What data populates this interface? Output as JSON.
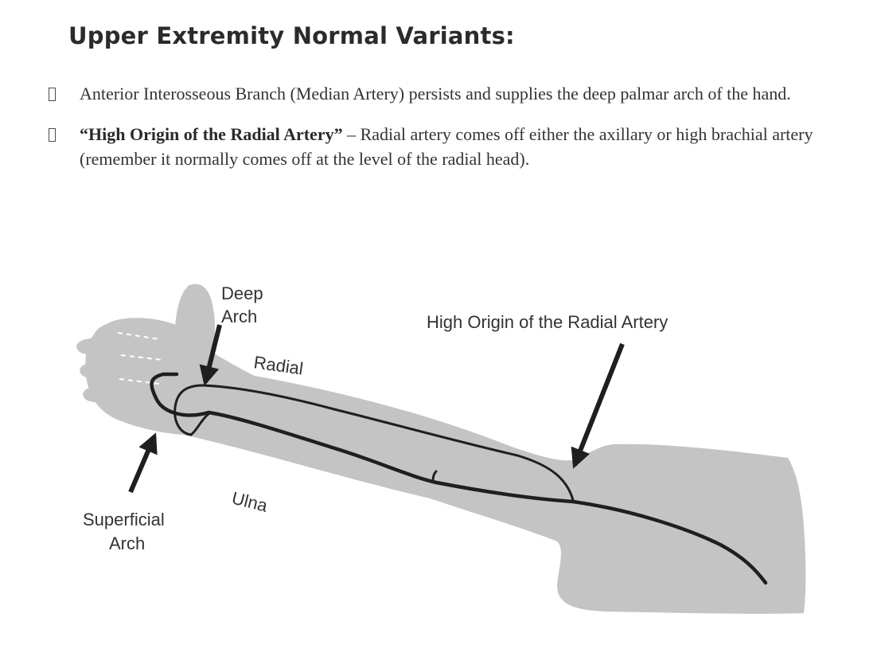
{
  "title": "Upper Extremity Normal Variants:",
  "bullets": [
    {
      "bold": "",
      "text": "Anterior Interosseous Branch (Median Artery) persists and supplies the deep palmar arch of the hand."
    },
    {
      "bold": "“High Origin of the Radial Artery”",
      "text": " – Radial artery comes off either the axillary or high brachial artery (remember it normally comes off at the level of the radial head)."
    }
  ],
  "diagram": {
    "labels": {
      "deep_arch_line1": "Deep",
      "deep_arch_line2": "Arch",
      "high_origin": "High Origin of the Radial Artery",
      "radial": "Radial",
      "ulna": "Ulna",
      "superficial_arch_line1": "Superficial",
      "superficial_arch_line2": "Arch"
    },
    "colors": {
      "limb_fill": "#c4c4c4",
      "artery": "#1f1f1f"
    }
  }
}
